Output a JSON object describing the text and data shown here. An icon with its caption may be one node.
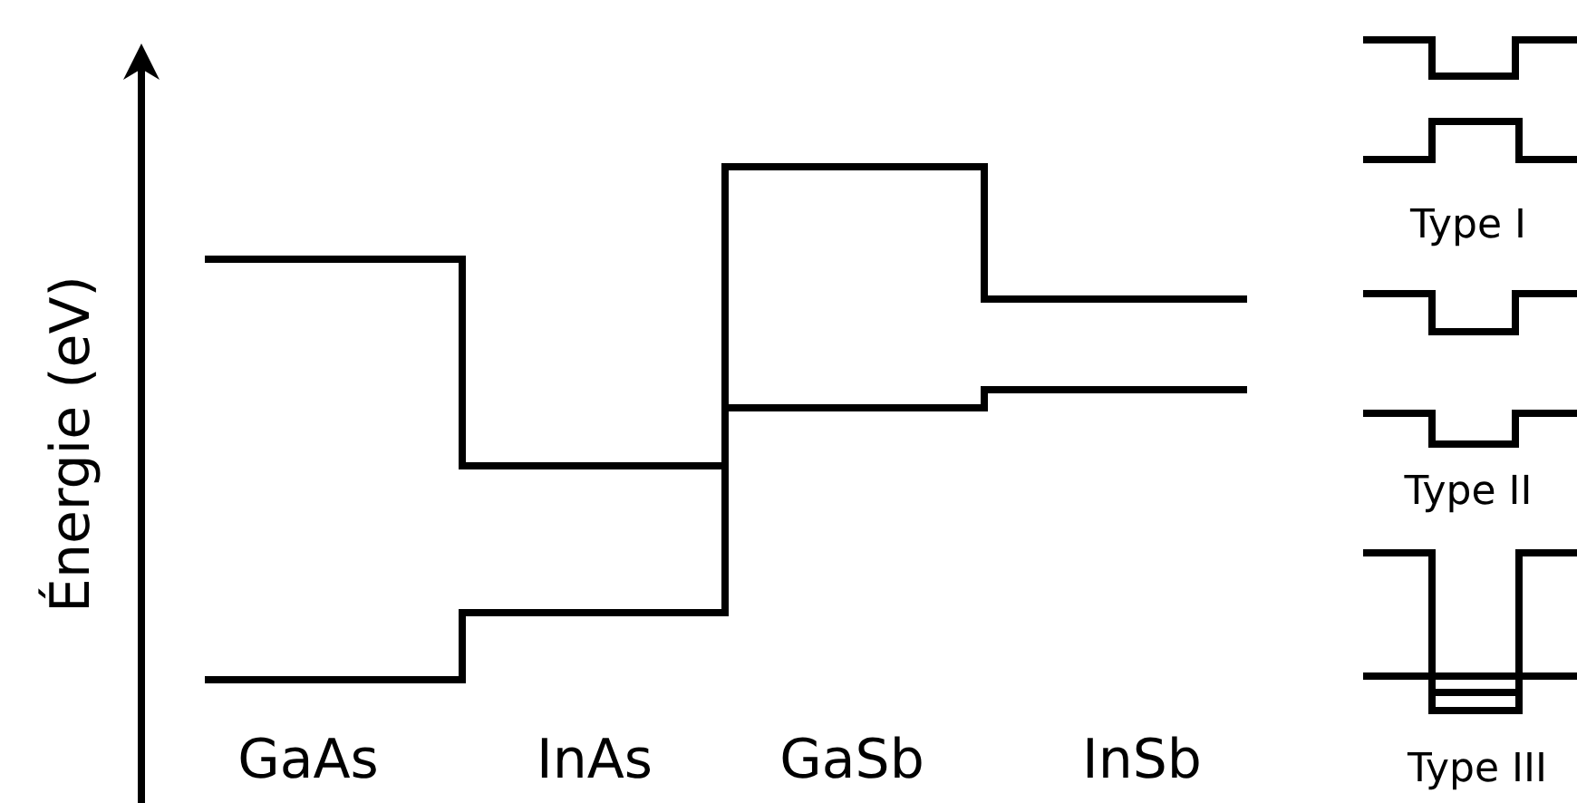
{
  "diagram": {
    "labels": [
      "Énergie (eV)",
      "GaAs",
      "InAs",
      "GaSb",
      "InSb",
      "Type I",
      "Type II",
      "Type III"
    ]
  }
}
